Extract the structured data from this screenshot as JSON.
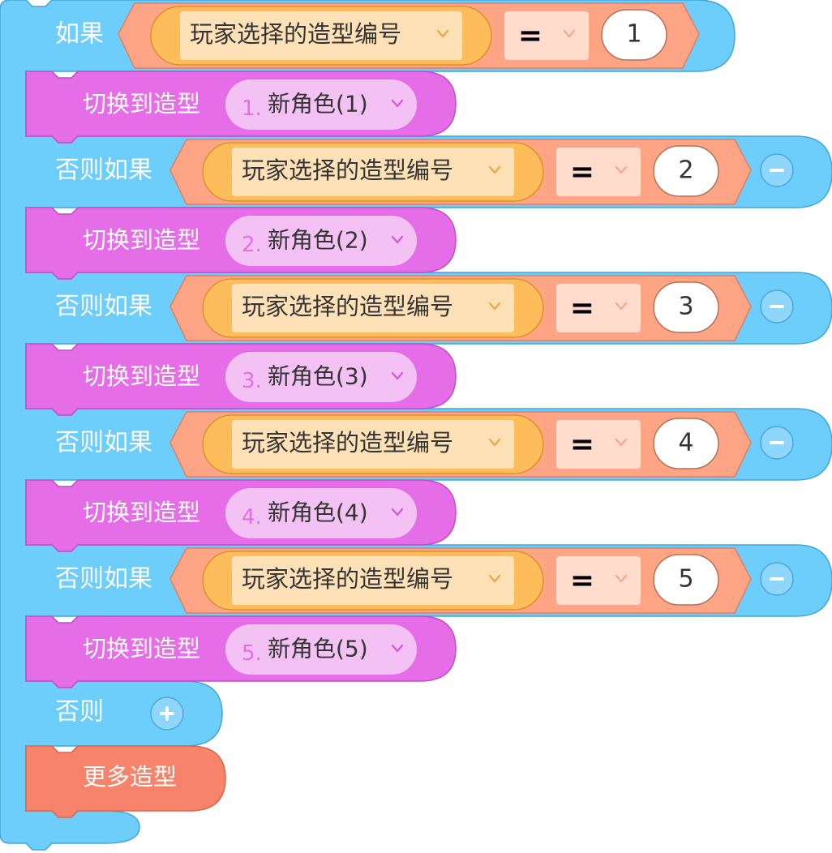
{
  "colors": {
    "control": "#6DCDFB",
    "control_stroke": "#44A6D9",
    "looks": "#E66DE8",
    "looks_stroke": "#C04FC4",
    "operator": "#FFA585",
    "operator_stroke": "#E07F5F",
    "reporter": "#FFBC5A",
    "reporter_stroke": "#D8932F",
    "more": "#F7846A",
    "more_stroke": "#D5664D"
  },
  "blocks": {
    "if_label": "如果",
    "else_if_label": "否则如果",
    "else_label": "否则",
    "switch_costume_label": "切换到造型",
    "reporter_label": "玩家选择的造型编号",
    "operator_symbol": "=",
    "more_costumes_label": "更多造型",
    "remove_symbol": "−",
    "add_symbol": "+"
  },
  "branches": [
    {
      "condition": "如果",
      "value": "1",
      "costume_index": "1.",
      "costume_name": "新角色(1)",
      "removable": false
    },
    {
      "condition": "否则如果",
      "value": "2",
      "costume_index": "2.",
      "costume_name": "新角色(2)",
      "removable": true
    },
    {
      "condition": "否则如果",
      "value": "3",
      "costume_index": "3.",
      "costume_name": "新角色(3)",
      "removable": true
    },
    {
      "condition": "否则如果",
      "value": "4",
      "costume_index": "4.",
      "costume_name": "新角色(4)",
      "removable": true
    },
    {
      "condition": "否则如果",
      "value": "5",
      "costume_index": "5.",
      "costume_name": "新角色(5)",
      "removable": true
    }
  ],
  "icons": {
    "dropdown": "chevron-down-icon",
    "remove": "minus-circle-icon",
    "add": "plus-circle-icon"
  }
}
